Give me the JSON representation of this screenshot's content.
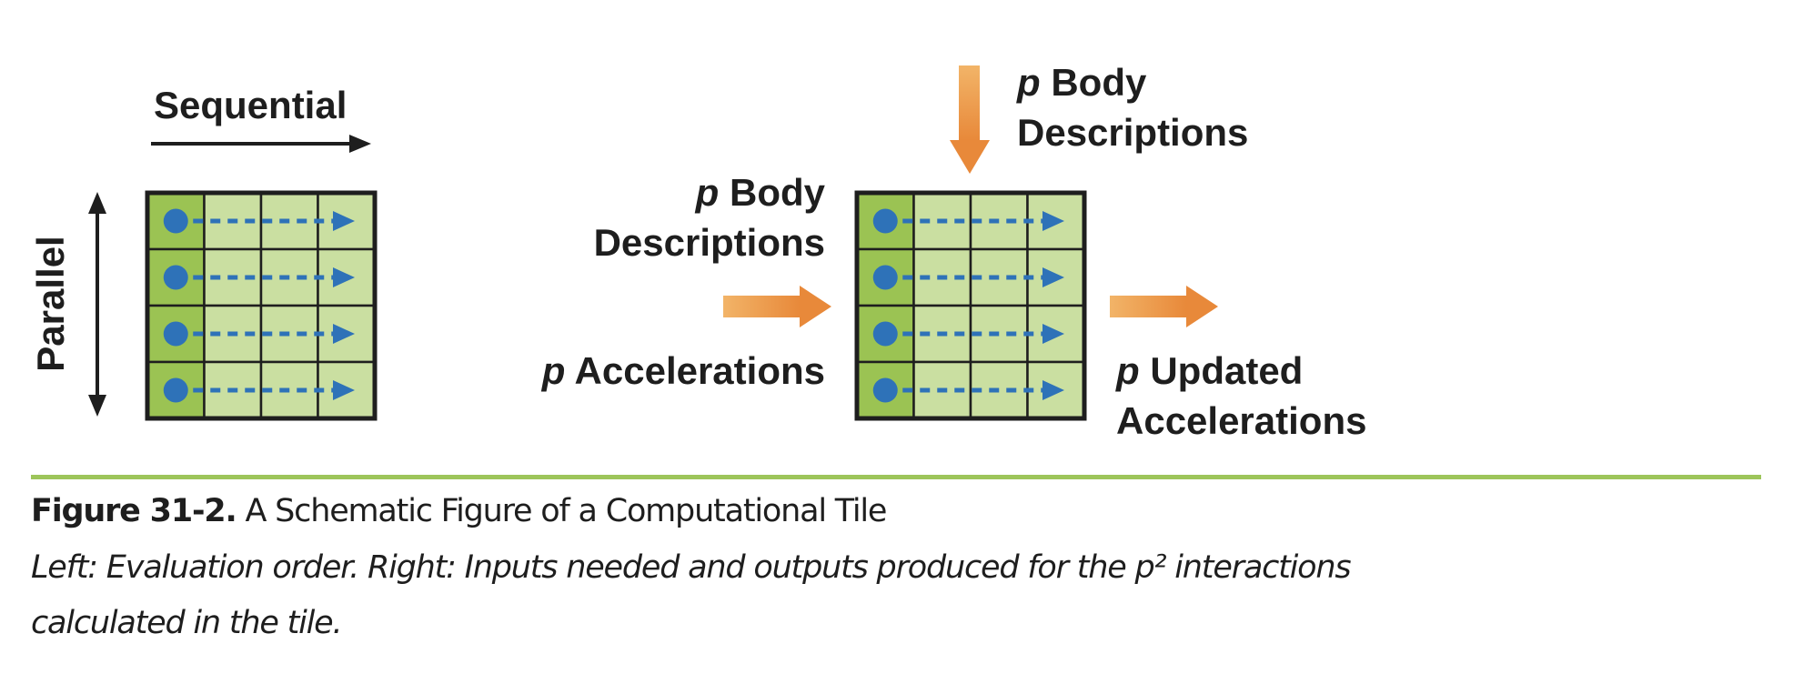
{
  "figure": {
    "left_panel": {
      "sequential_label": "Sequential",
      "parallel_label": "Parallel",
      "tile": {
        "rows": 4,
        "cols": 4
      }
    },
    "right_panel": {
      "top_input": {
        "var": "p",
        "line1": "Body",
        "line2": "Descriptions"
      },
      "left_input_1": {
        "var": "p",
        "line1": "Body",
        "line2": "Descriptions"
      },
      "left_input_2": {
        "var": "p",
        "line1": "Accelerations"
      },
      "output": {
        "var": "p",
        "line1": "Updated",
        "line2": "Accelerations"
      },
      "tile": {
        "rows": 4,
        "cols": 4
      }
    },
    "colors": {
      "tile_first_col": "#9bc353",
      "tile_cell": "#cadfa1",
      "tile_border": "#1e1e1e",
      "dot": "#2e72b8",
      "arrow_orange_start": "#f2b468",
      "arrow_orange_end": "#e8893a",
      "rule": "#9dc55a"
    }
  },
  "caption": {
    "number": "Figure 31-2.",
    "title": "A Schematic Figure of a Computational Tile",
    "line2": "Left: Evaluation order. Right: Inputs needed and outputs produced for the p² interactions",
    "line3": "calculated in the tile."
  }
}
